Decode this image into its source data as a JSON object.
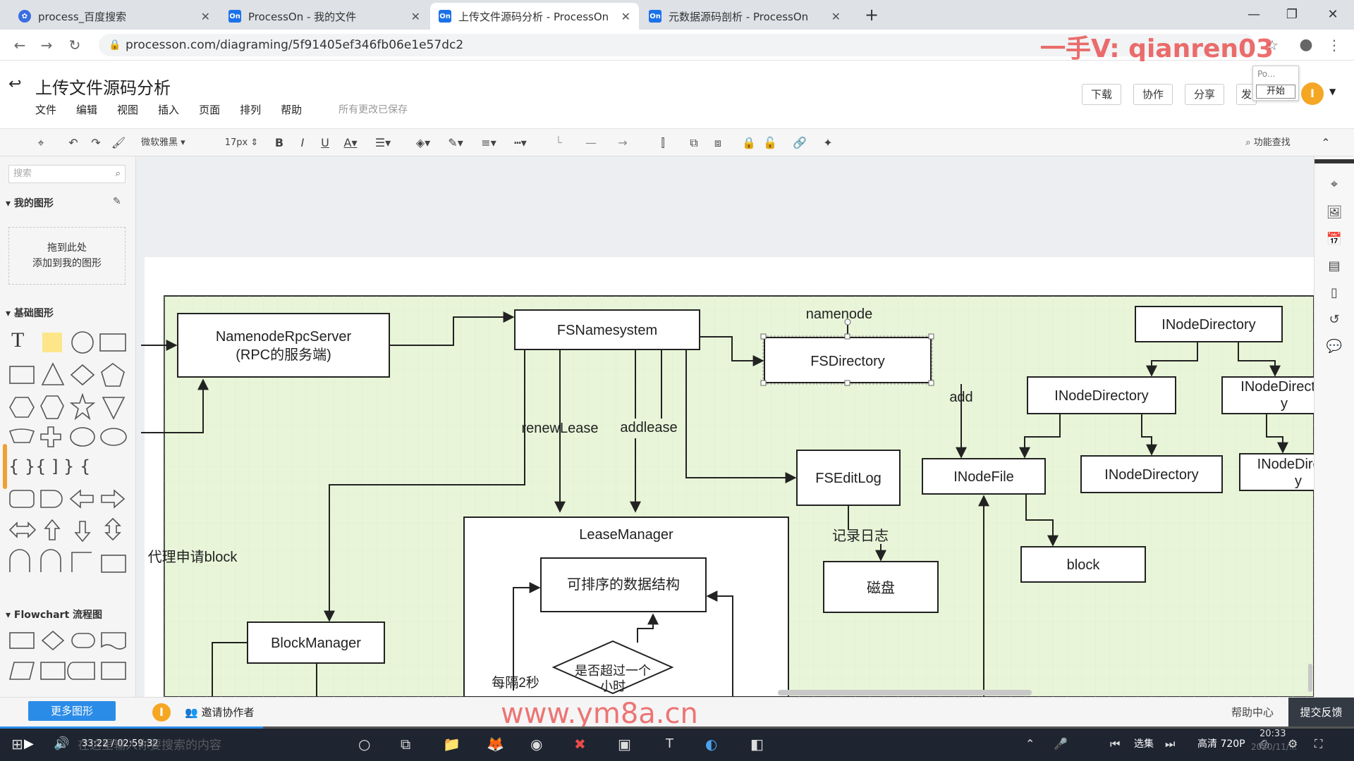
{
  "browser": {
    "tabs": [
      {
        "title": "process_百度搜索",
        "icon": "baidu-icon"
      },
      {
        "title": "ProcessOn - 我的文件",
        "icon": "processon-icon"
      },
      {
        "title": "上传文件源码分析 - ProcessOn",
        "icon": "processon-icon",
        "active": true
      },
      {
        "title": "元数据源码剖析 - ProcessOn",
        "icon": "processon-icon"
      }
    ],
    "url": "processon.com/diagraming/5f91405ef346fb06e1e57dc2",
    "overlay_text": "一手V: qianren03"
  },
  "app": {
    "doc_title": "上传文件源码分析",
    "menu": [
      "文件",
      "编辑",
      "视图",
      "插入",
      "页面",
      "排列",
      "帮助"
    ],
    "saved_status": "所有更改已保存",
    "buttons": {
      "download": "下载",
      "collab": "协作",
      "share": "分享",
      "publish": "发",
      "start": "开始",
      "popup_hint": "Po..."
    },
    "avatar_initial": "I"
  },
  "toolbar": {
    "font": "微软雅黑",
    "size": "17px",
    "search_label": "功能查找"
  },
  "left_panel": {
    "search_placeholder": "搜索",
    "my_shapes": "我的图形",
    "drop_line1": "拖到此处",
    "drop_line2": "添加到我的图形",
    "basic_shapes": "基础图形",
    "flowchart": "Flowchart 流程图",
    "more_shapes": "更多图形"
  },
  "diagram": {
    "nodes": {
      "rpc_line1": "NamenodeRpcServer",
      "rpc_line2": "(RPC的服务端)",
      "fsns": "FSNamesystem",
      "fsdir": "FSDirectory",
      "namenode": "namenode",
      "inodedir_root": "INodeDirectory",
      "inodedir_a": "INodeDirectory",
      "inodedir_b_line1": "INodeDirector",
      "inodedir_b_line2": "y",
      "inodedir_c": "INodeDirectory",
      "inodedir_d_line1": "INodeDirecto",
      "inodedir_d_line2": "y",
      "inodefile": "INodeFile",
      "block": "block",
      "fseditlog": "FSEditLog",
      "disk": "磁盘",
      "leasemgr": "LeaseManager",
      "sortable": "可排序的数据结构",
      "diamond_line1": "是否超过一个",
      "diamond_line2": "小时",
      "blockmgr": "BlockManager"
    },
    "labels": {
      "renew": "renewLease",
      "addlease": "addlease",
      "add": "add",
      "log": "记录日志",
      "proxy": "代理申请block",
      "every2s": "每隔2秒"
    }
  },
  "bottom": {
    "invite": "邀请协作者",
    "help": "帮助中心",
    "feedback": "提交反馈",
    "watermark": "www.ym8a.cn"
  },
  "taskbar": {
    "time": "33:22 / 02:59:32",
    "search_placeholder": "在这里输入你要搜索的内容",
    "select": "选集",
    "quality": "高清 720P",
    "clock": "20:33",
    "date": "2020/11/..."
  },
  "colors": {
    "canvas_fill": "#e8f5d8",
    "accent": "#2b8ce8",
    "brand_red": "#e94a4a"
  }
}
